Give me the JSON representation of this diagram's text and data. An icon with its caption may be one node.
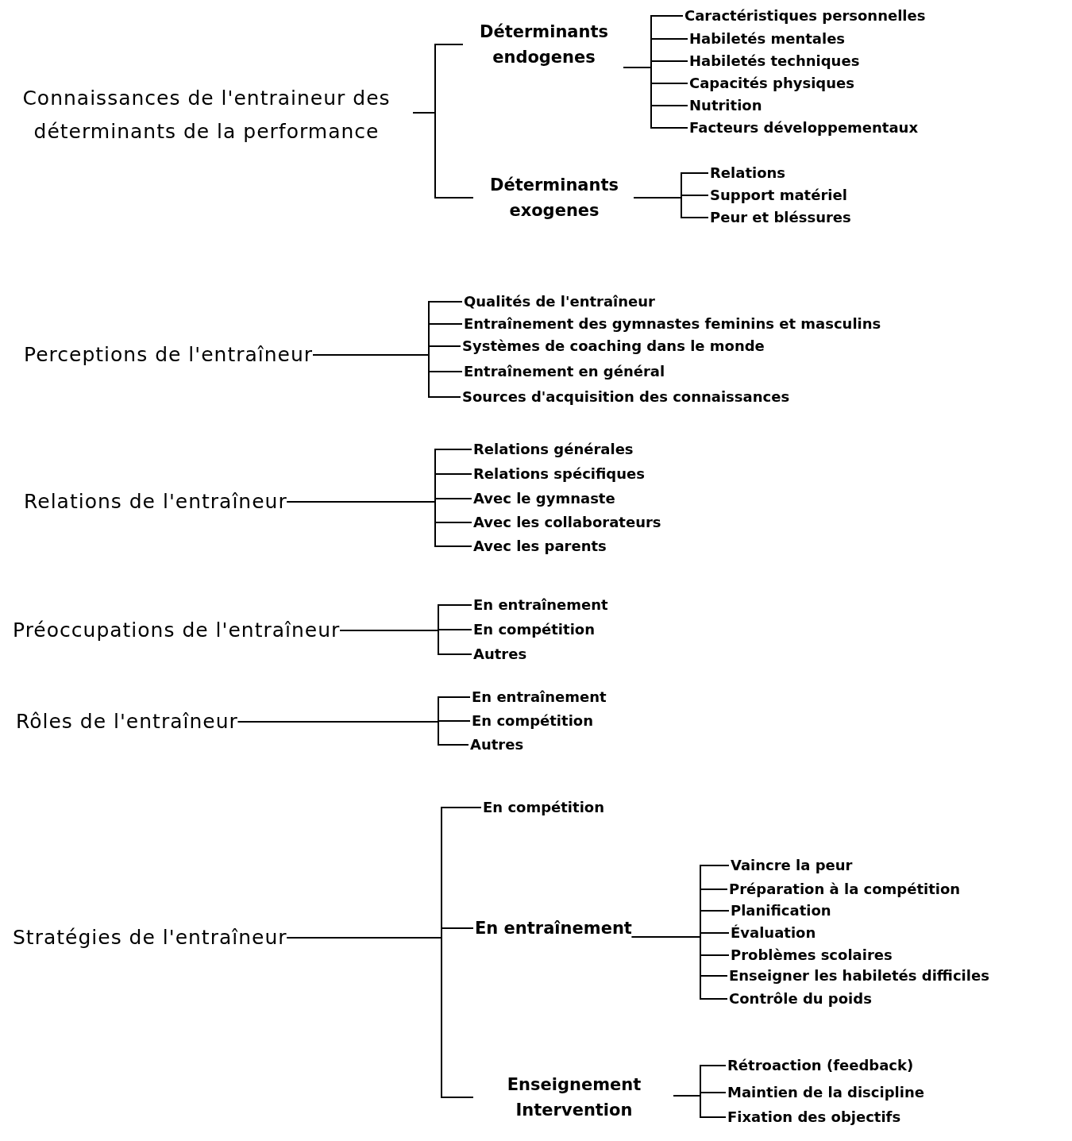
{
  "diagram": {
    "nodes": [
      {
        "text": [
          "Connaissances de l'entraineur des déterminants de la performance"
        ]
      },
      {
        "text": [
          "Déterminants endogenes"
        ]
      },
      {
        "text": [
          "Caractéristiques personnelles"
        ]
      },
      {
        "text": [
          "Habiletés mentales"
        ]
      },
      {
        "text": [
          "Habiletés techniques"
        ]
      },
      {
        "text": [
          "Capacités physiques"
        ]
      },
      {
        "text": [
          "Nutrition"
        ]
      },
      {
        "text": [
          "Facteurs développementaux"
        ]
      },
      {
        "text": [
          "Déterminants exogenes"
        ]
      },
      {
        "text": [
          "Relations"
        ]
      },
      {
        "text": [
          "Support matériel"
        ]
      },
      {
        "text": [
          "Peur et bléssures"
        ]
      },
      {
        "text": [
          "Perceptions de l'entraîneur"
        ]
      },
      {
        "text": [
          "Qualités de l'entraîneur"
        ]
      },
      {
        "text": [
          "Entraînement des gymnastes feminins et masculins"
        ]
      },
      {
        "text": [
          "Systèmes de coaching dans le monde"
        ]
      },
      {
        "text": [
          "Entraînement en général"
        ]
      },
      {
        "text": [
          "Sources d'acquisition des connaissances"
        ]
      },
      {
        "text": [
          "Relations de l'entraîneur"
        ]
      },
      {
        "text": [
          "Relations générales"
        ]
      },
      {
        "text": [
          "Relations spécifiques"
        ]
      },
      {
        "text": [
          "Avec le gymnaste"
        ]
      },
      {
        "text": [
          "Avec les collaborateurs"
        ]
      },
      {
        "text": [
          "Avec les parents"
        ]
      },
      {
        "text": [
          "Préoccupations de l'entraîneur"
        ]
      },
      {
        "text": [
          "En entraînement"
        ]
      },
      {
        "text": [
          "En compétition"
        ]
      },
      {
        "text": [
          "Autres"
        ]
      },
      {
        "text": [
          "Rôles de l'entraîneur"
        ]
      },
      {
        "text": [
          "En entraînement"
        ]
      },
      {
        "text": [
          "En compétition"
        ]
      },
      {
        "text": [
          "Autres"
        ]
      },
      {
        "text": [
          "Stratégies de l'entraîneur"
        ]
      },
      {
        "text": [
          "En compétition"
        ]
      },
      {
        "text": [
          "En entraînement"
        ]
      },
      {
        "text": [
          "Vaincre la peur"
        ]
      },
      {
        "text": [
          "Préparation à la compétition"
        ]
      },
      {
        "text": [
          "Planification"
        ]
      },
      {
        "text": [
          "Évaluation"
        ]
      },
      {
        "text": [
          "Problèmes scolaires"
        ]
      },
      {
        "text": [
          "Enseigner les habiletés difficiles"
        ]
      },
      {
        "text": [
          "Contrôle du poids"
        ]
      },
      {
        "text": [
          "Enseignement Intervention"
        ]
      },
      {
        "text": [
          "Rétroaction (feedback)"
        ]
      },
      {
        "text": [
          "Maintien de la discipline"
        ]
      },
      {
        "text": [
          "Fixation des objectifs"
        ]
      }
    ],
    "edges": [
      {
        "from": 0,
        "to": 1,
        "arrow": "none"
      },
      {
        "from": 0,
        "to": 8,
        "arrow": "none"
      },
      {
        "from": 1,
        "to": 2,
        "arrow": "none"
      },
      {
        "from": 1,
        "to": 3,
        "arrow": "none"
      },
      {
        "from": 1,
        "to": 4,
        "arrow": "none"
      },
      {
        "from": 1,
        "to": 5,
        "arrow": "none"
      },
      {
        "from": 1,
        "to": 6,
        "arrow": "none"
      },
      {
        "from": 1,
        "to": 7,
        "arrow": "none"
      },
      {
        "from": 8,
        "to": 9,
        "arrow": "none"
      },
      {
        "from": 8,
        "to": 10,
        "arrow": "none"
      },
      {
        "from": 8,
        "to": 11,
        "arrow": "none"
      },
      {
        "from": 12,
        "to": 13,
        "arrow": "none"
      },
      {
        "from": 12,
        "to": 14,
        "arrow": "none"
      },
      {
        "from": 12,
        "to": 15,
        "arrow": "none"
      },
      {
        "from": 12,
        "to": 16,
        "arrow": "none"
      },
      {
        "from": 12,
        "to": 17,
        "arrow": "none"
      },
      {
        "from": 18,
        "to": 19,
        "arrow": "none"
      },
      {
        "from": 18,
        "to": 20,
        "arrow": "none"
      },
      {
        "from": 18,
        "to": 21,
        "arrow": "none"
      },
      {
        "from": 18,
        "to": 22,
        "arrow": "none"
      },
      {
        "from": 18,
        "to": 23,
        "arrow": "none"
      },
      {
        "from": 24,
        "to": 25,
        "arrow": "none"
      },
      {
        "from": 24,
        "to": 26,
        "arrow": "none"
      },
      {
        "from": 24,
        "to": 27,
        "arrow": "none"
      },
      {
        "from": 28,
        "to": 29,
        "arrow": "none"
      },
      {
        "from": 28,
        "to": 30,
        "arrow": "none"
      },
      {
        "from": 28,
        "to": 31,
        "arrow": "none"
      },
      {
        "from": 32,
        "to": 33,
        "arrow": "none"
      },
      {
        "from": 32,
        "to": 34,
        "arrow": "none"
      },
      {
        "from": 32,
        "to": 42,
        "arrow": "none"
      },
      {
        "from": 34,
        "to": 35,
        "arrow": "none"
      },
      {
        "from": 34,
        "to": 36,
        "arrow": "none"
      },
      {
        "from": 34,
        "to": 37,
        "arrow": "none"
      },
      {
        "from": 34,
        "to": 38,
        "arrow": "none"
      },
      {
        "from": 34,
        "to": 39,
        "arrow": "none"
      },
      {
        "from": 34,
        "to": 40,
        "arrow": "none"
      },
      {
        "from": 34,
        "to": 41,
        "arrow": "none"
      },
      {
        "from": 42,
        "to": 43,
        "arrow": "none"
      },
      {
        "from": 42,
        "to": 44,
        "arrow": "none"
      },
      {
        "from": 42,
        "to": 45,
        "arrow": "none"
      }
    ]
  }
}
